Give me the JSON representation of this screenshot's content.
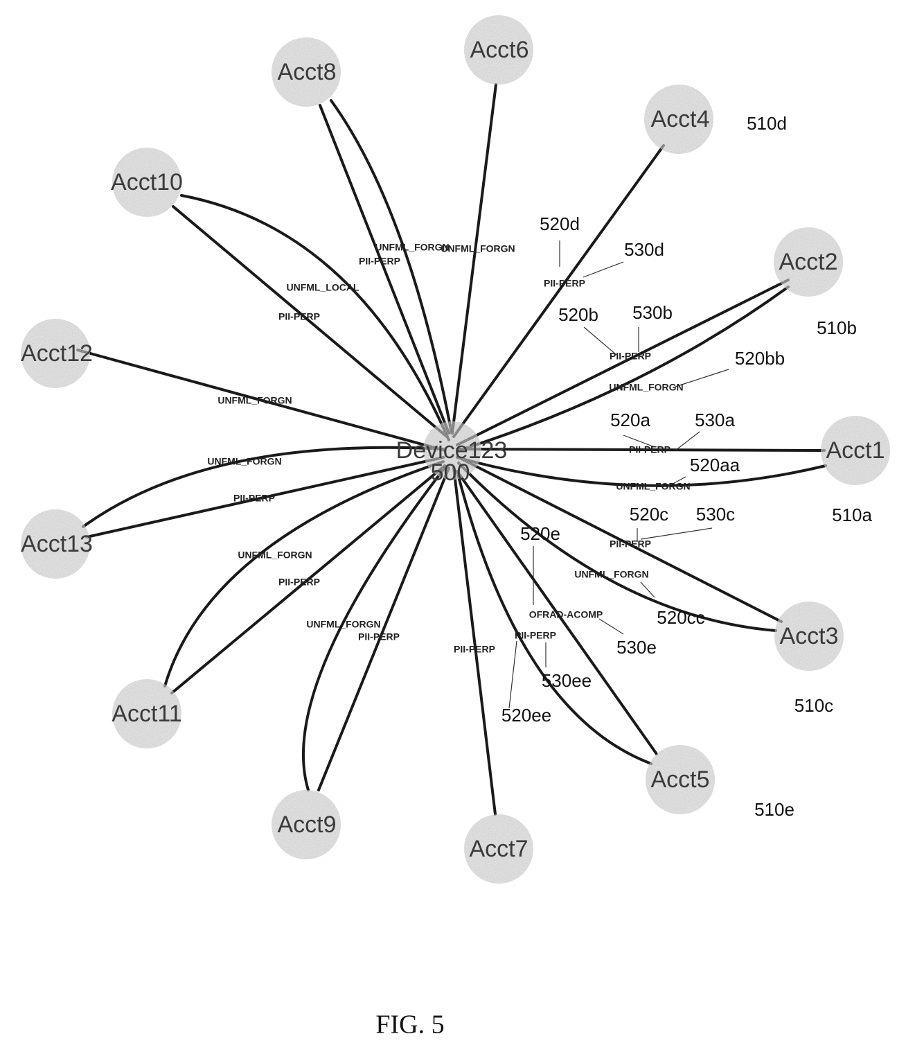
{
  "center": {
    "name": "Device123",
    "ref": "500"
  },
  "accounts": [
    {
      "id": "acct1",
      "label": "Acct1",
      "ref": "510a"
    },
    {
      "id": "acct2",
      "label": "Acct2",
      "ref": "510b"
    },
    {
      "id": "acct3",
      "label": "Acct3",
      "ref": "510c"
    },
    {
      "id": "acct4",
      "label": "Acct4",
      "ref": "510d"
    },
    {
      "id": "acct5",
      "label": "Acct5",
      "ref": "510e"
    },
    {
      "id": "acct6",
      "label": "Acct6",
      "ref": ""
    },
    {
      "id": "acct7",
      "label": "Acct7",
      "ref": ""
    },
    {
      "id": "acct8",
      "label": "Acct8",
      "ref": ""
    },
    {
      "id": "acct9",
      "label": "Acct9",
      "ref": ""
    },
    {
      "id": "acct10",
      "label": "Acct10",
      "ref": ""
    },
    {
      "id": "acct11",
      "label": "Acct11",
      "ref": ""
    },
    {
      "id": "acct12",
      "label": "Acct12",
      "ref": ""
    },
    {
      "id": "acct13",
      "label": "Acct13",
      "ref": ""
    }
  ],
  "edge_labels": [
    "PII-PERP",
    "UNFML_FORGN",
    "PII-PERP",
    "UNFML_FORGN",
    "PII-PERP",
    "UNFML_FORGN",
    "PII-PERP",
    "UNFML_FORGN",
    "UNFML_FORGN",
    "PII-PERP",
    "UNFML_LOCAL",
    "PII-PERP",
    "UNFML_FORGN",
    "UNFML_FORGN",
    "PII-PERP",
    "UNFML_FORGN",
    "PII-PERP",
    "UNFML_FORGN",
    "PII-PERP",
    "PII-PERP",
    "OFRAD-ACOMP",
    "PII-PERP"
  ],
  "refs": [
    "520d",
    "530d",
    "520b",
    "530b",
    "520bb",
    "520a",
    "530a",
    "520aa",
    "520c",
    "530c",
    "520e",
    "520cc",
    "530e",
    "530ee",
    "520ee"
  ],
  "figure_caption": "FIG. 5"
}
